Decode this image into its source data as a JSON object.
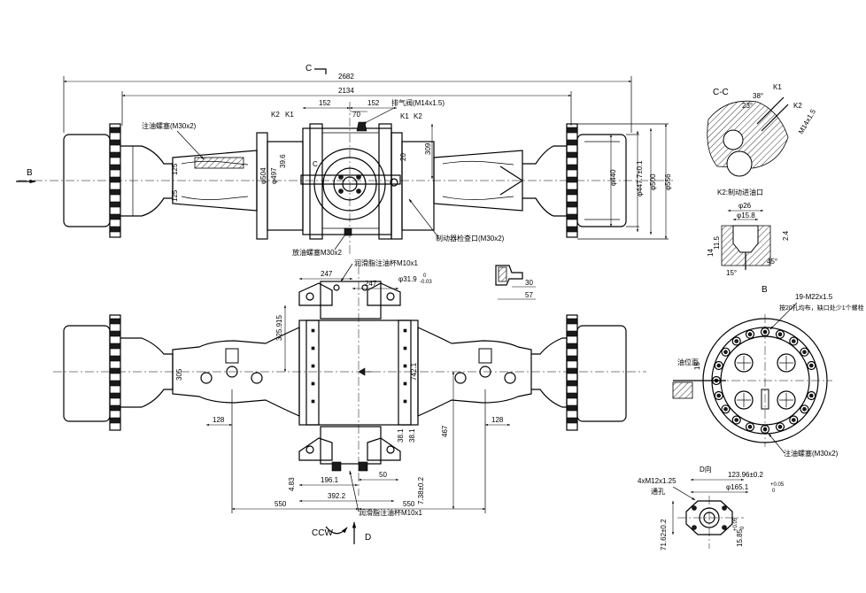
{
  "dims_top": {
    "d2682": "2682",
    "d2134": "2134",
    "d152a": "152",
    "d152b": "152",
    "d70": "70",
    "d309": "309",
    "d20": "20",
    "d39_6": "39.6",
    "d125a": "125",
    "d125b": "125",
    "d504": "φ504",
    "d497": "φ497",
    "d440": "φ440",
    "d447": "φ447.7±0.1",
    "d500": "φ500",
    "d556": "φ556",
    "k2_left": "K2",
    "k1_left": "K1",
    "k1_right": "K1",
    "k2_right": "K2",
    "c_mark": "C",
    "c_mark2": "C",
    "b_mark": "B"
  },
  "notes_top": {
    "fill_plug": "注油螺塞(M30x2)",
    "vent": "排气阀(M14x1.5)",
    "brake_port": "制动器检查口(M30x2)",
    "drain_plug": "放油螺塞M30x2",
    "grease_top": "润滑脂注油杯M10x1"
  },
  "dims_bottom": {
    "d247a": "247",
    "d247b": "247",
    "d31_9": "φ31.9",
    "d31_9_tol_top": "0",
    "d31_9_tol_bot": "-0.03",
    "d325": "325.915",
    "d305": "305",
    "d742": "742.1",
    "d128a": "128",
    "d128b": "128",
    "d467": "467",
    "d38a": "38.1",
    "d38b": "38.1",
    "d4_83": "4.83",
    "d196": "196.1",
    "d50": "50",
    "d7_38": "7.38±0.2",
    "d392": "392.2",
    "d550a": "550",
    "d550b": "550",
    "d30": "30",
    "d57": "57",
    "ccw": "CCW",
    "d_mark": "D",
    "grease_bottom": "润滑脂注油杯M10x1"
  },
  "section_cc": {
    "title": "C-C",
    "a38": "38°",
    "a23": "23°",
    "k1": "K1",
    "k2": "K2",
    "m14": "M14x1.5"
  },
  "section_k2": {
    "title": "K2:制动进油口",
    "d26": "φ26",
    "d15_8": "φ15.8",
    "d14": "14",
    "d11_5": "11.5",
    "d2_4": "2.4",
    "a45": "45°",
    "a15": "15°"
  },
  "view_b": {
    "title": "B",
    "bolts": "19-M22x1.5",
    "bolt_note": "按20孔均布，缺口处少1个螺栓",
    "oil_level": "油位面",
    "d15": "15",
    "fill_plug": "注油螺塞(M30x2)"
  },
  "view_d": {
    "title": "D向",
    "thread": "4xM12x1.25",
    "through": "通孔",
    "d123": "123.96±0.2",
    "d165": "φ165.1",
    "d165_tol_top": "+0.05",
    "d165_tol_bot": "0",
    "d71": "71.62±0.2",
    "d15_85": "15.85",
    "d15_85_tol_top": "+0.05",
    "d15_85_tol_bot": "0"
  }
}
